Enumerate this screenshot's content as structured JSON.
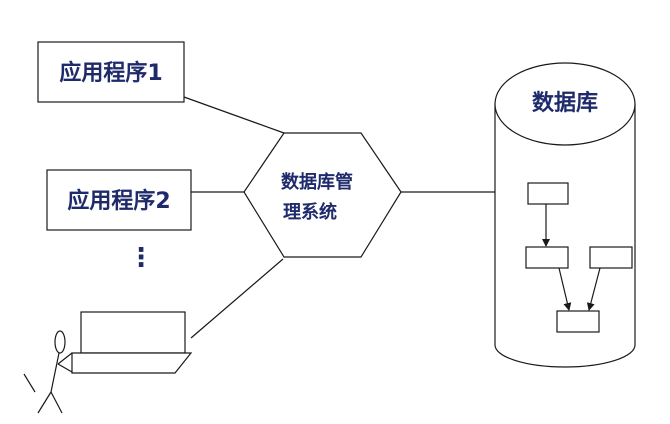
{
  "app1": {
    "label": "应用程序1"
  },
  "app2": {
    "label": "应用程序2"
  },
  "more": {
    "label": "⋮"
  },
  "dbms": {
    "line1": "数据库管",
    "line2": "理系统"
  },
  "database": {
    "label": "数据库"
  },
  "colors": {
    "text": "#1f2a6b",
    "stroke": "#1a1a1a"
  }
}
